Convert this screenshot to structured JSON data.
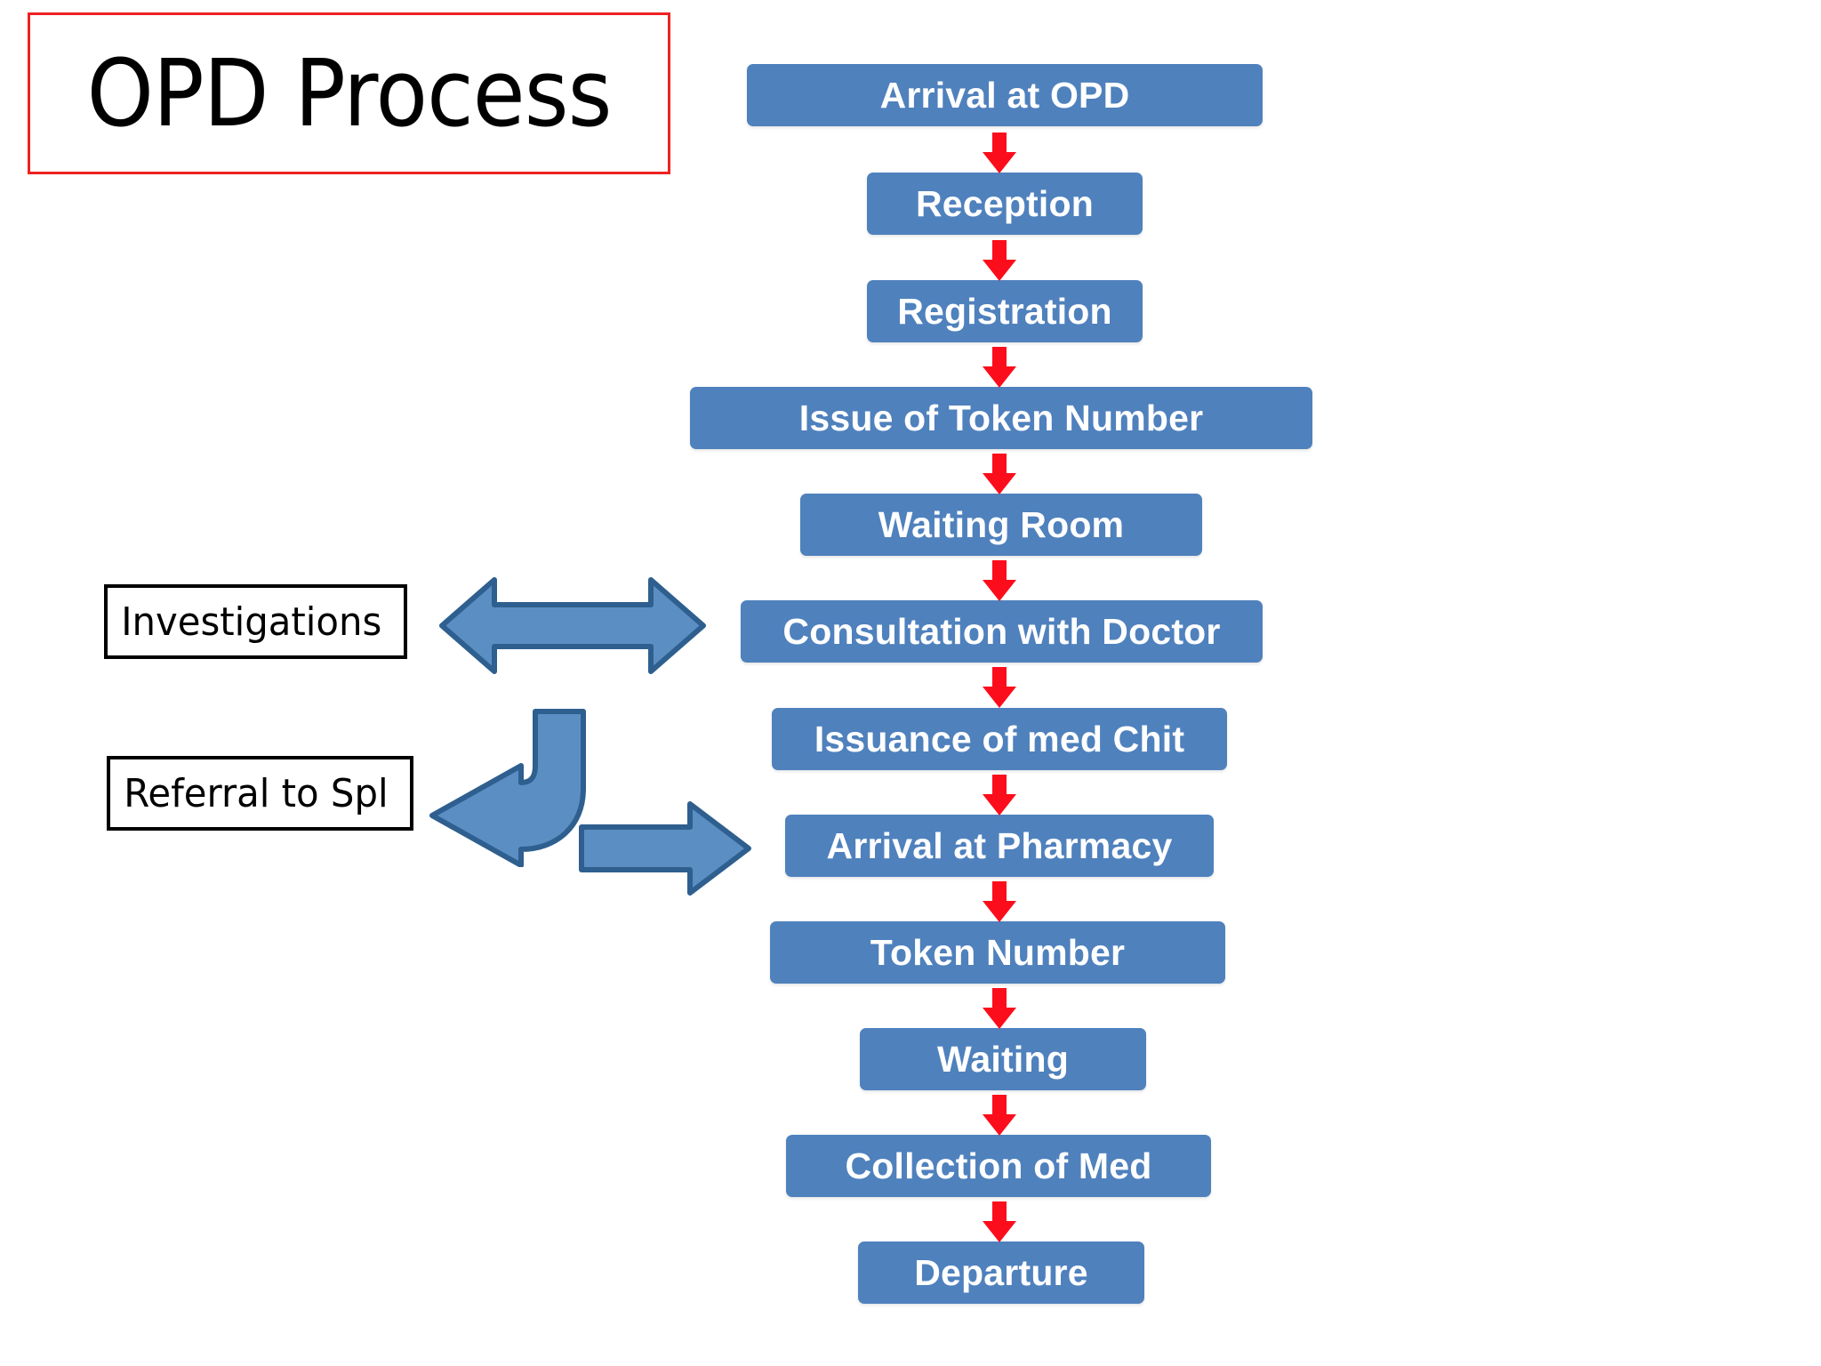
{
  "title": {
    "text": "OPD Process",
    "border_color": "#ee2222"
  },
  "theme": {
    "box_fill": "#4f81bd",
    "box_text": "#ffffff",
    "arrow_red": "#fc0d1b",
    "connector_fill": "#5b8fc4",
    "connector_stroke": "#2e5f8f",
    "side_box_border": "#000000",
    "background": "#ffffff"
  },
  "flow": {
    "steps": [
      {
        "label": "Arrival at OPD"
      },
      {
        "label": "Reception"
      },
      {
        "label": "Registration"
      },
      {
        "label": "Issue of Token Number"
      },
      {
        "label": "Waiting Room"
      },
      {
        "label": "Consultation with Doctor"
      },
      {
        "label": "Issuance of med Chit"
      },
      {
        "label": "Arrival at Pharmacy"
      },
      {
        "label": "Token Number"
      },
      {
        "label": "Waiting"
      },
      {
        "label": "Collection of Med"
      },
      {
        "label": "Departure"
      }
    ]
  },
  "side": {
    "branches": [
      {
        "label": "Investigations"
      },
      {
        "label": "Referral to Spl"
      }
    ]
  },
  "connectors": {
    "double_headed": "double-headed-arrow",
    "bent": "bent-arrow-left",
    "right": "right-arrow"
  }
}
